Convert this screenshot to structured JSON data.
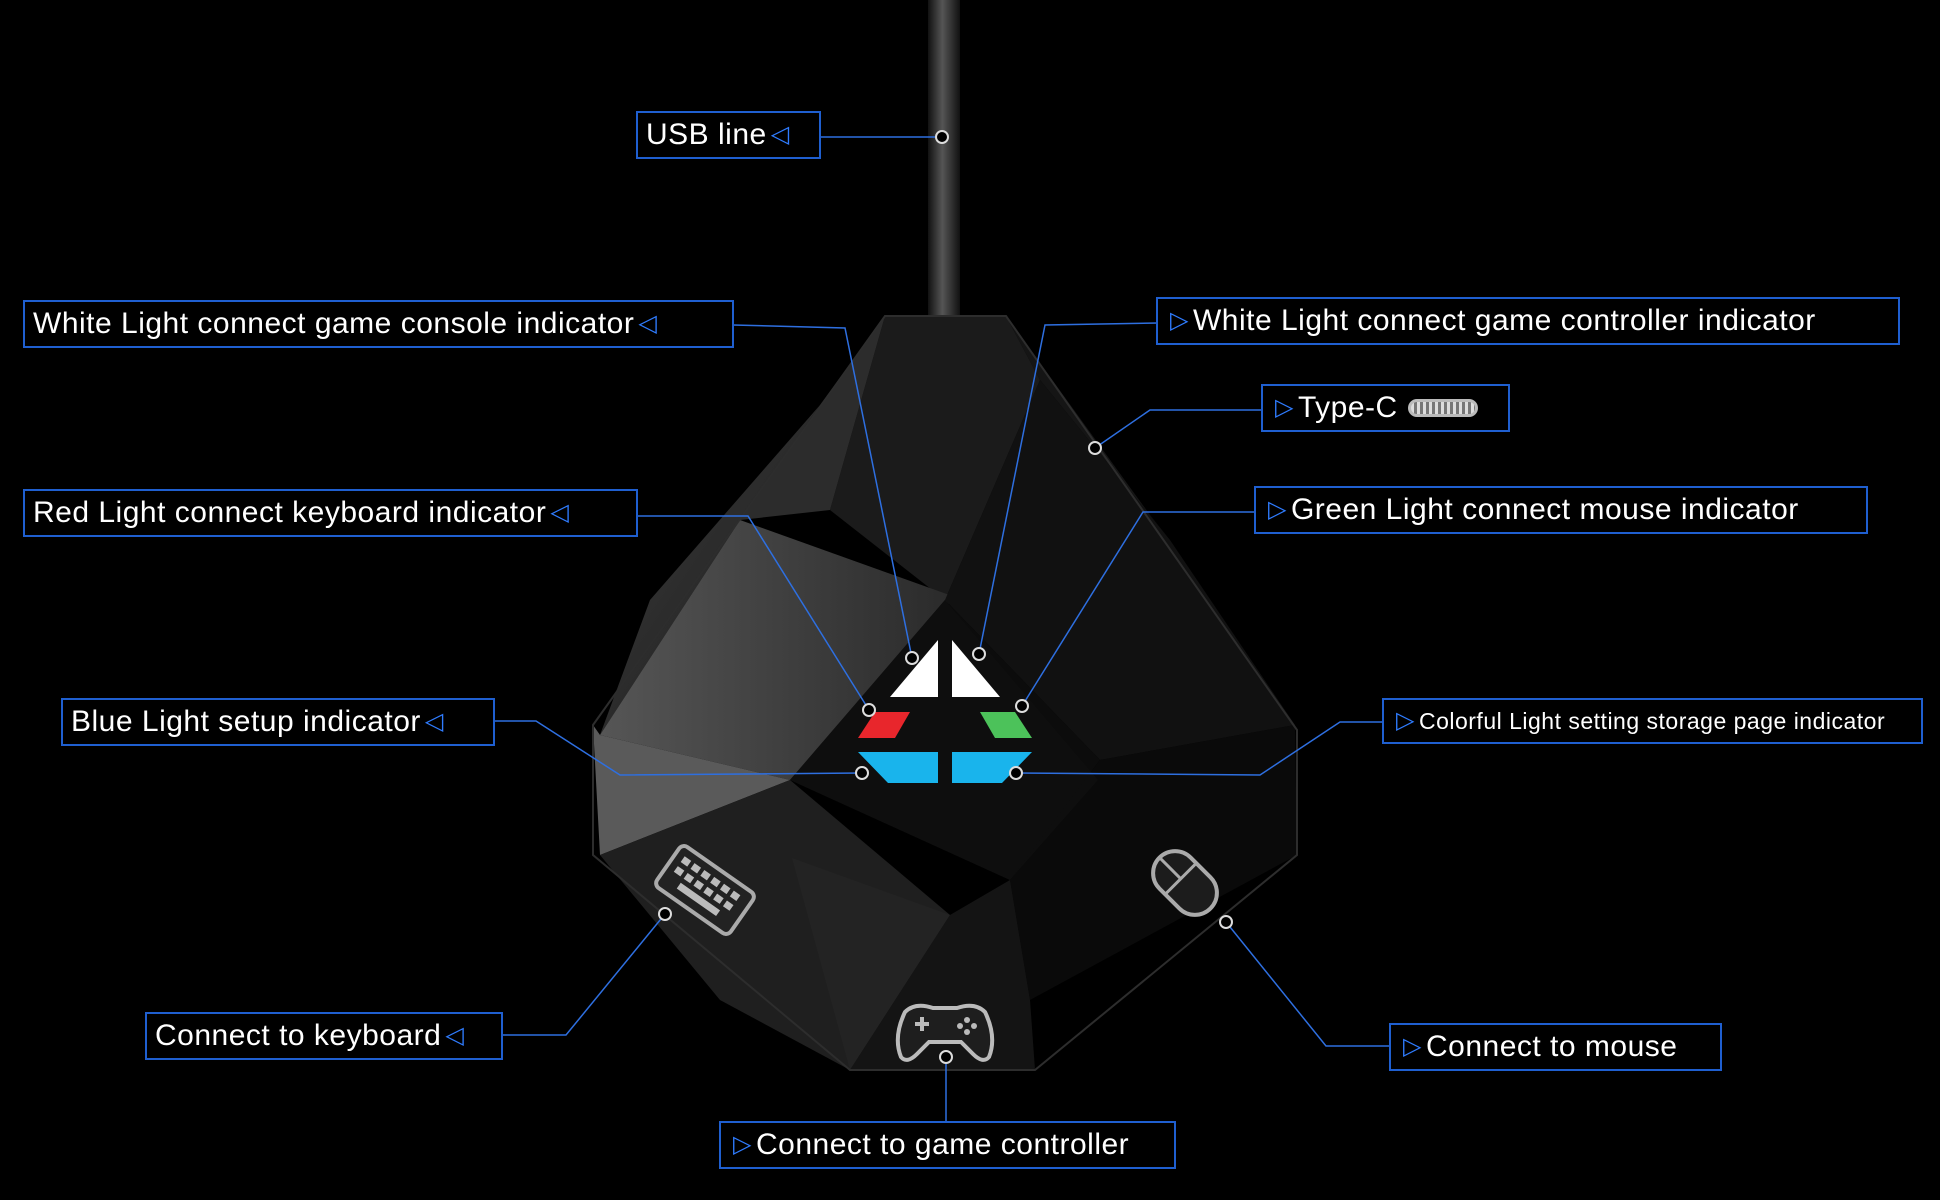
{
  "callouts": {
    "usb_line": "USB line",
    "console_indicator": "White Light connect game console indicator",
    "controller_indicator": "White Light connect game controller indicator",
    "type_c": "Type-C",
    "keyboard_indicator": "Red Light connect keyboard indicator",
    "mouse_indicator": "Green Light connect mouse indicator",
    "setup_indicator": "Blue Light setup indicator",
    "storage_indicator": "Colorful Light setting storage page indicator",
    "connect_keyboard": "Connect to keyboard",
    "connect_mouse": "Connect to mouse",
    "connect_controller": "Connect to game controller"
  },
  "icons": {
    "pointer_left": "◁",
    "pointer_right": "▷"
  },
  "colors": {
    "frame_blue": "#1f5fd0",
    "leader_line": "#2e6fe0",
    "red_light": "#e8262c",
    "green_light": "#4cc25a",
    "blue_light": "#19b4ec",
    "white_light": "#ffffff"
  }
}
